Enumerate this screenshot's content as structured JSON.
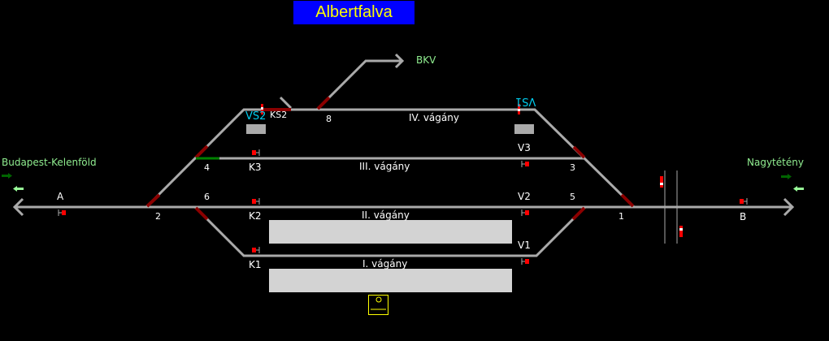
{
  "station_name": "Albertfalva",
  "destinations": {
    "left": "Budapest-Kelenföld",
    "right": "Nagytétény",
    "branch": "BKV"
  },
  "tracks": [
    "I. vágány",
    "II. vágány",
    "III. vágány",
    "IV. vágány"
  ],
  "signals": {
    "A": "A",
    "B": "B",
    "K1": "K1",
    "K2": "K2",
    "K3": "K3",
    "KS2": "KS2",
    "V1": "V1",
    "V2": "V2",
    "V3": "V3",
    "VS1": "VS1",
    "VS2": "VS2"
  },
  "switches": [
    "1",
    "2",
    "3",
    "4",
    "5",
    "6",
    "8"
  ],
  "colors": {
    "track": "#aaaaaa",
    "switch_set": "#8b0000",
    "route": "#008000",
    "signal_stop": "#ff0000",
    "title_bg": "#0000ff",
    "title_fg": "#ffff00"
  }
}
